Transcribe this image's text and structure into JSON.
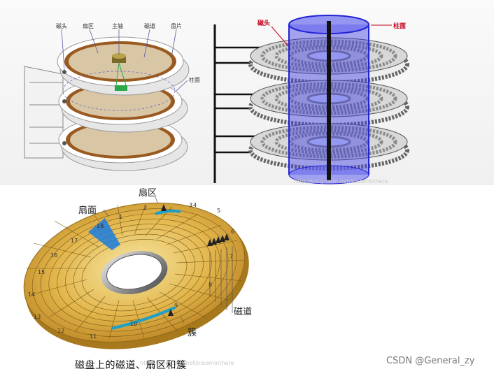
{
  "top_left": {
    "labels": [
      "磁头",
      "扇区",
      "主轴",
      "磁道",
      "盘片"
    ],
    "cylinder_label": "柱面"
  },
  "top_right": {
    "head_label": "磁头",
    "cylinder_label": "柱面",
    "watermark": "http://blog.csdn.net/xiaominthere"
  },
  "bottom": {
    "sector_label": "扇区",
    "surface_label": "扇面",
    "track_label": "磁道",
    "cluster_label": "簇",
    "caption": "磁盘上的磁道、扇区和簇",
    "watermark": "http://blog.csdn.net/xiaominthere",
    "sector_numbers": [
      "1",
      "2",
      "3",
      "4",
      "5",
      "6",
      "7",
      "8",
      "9",
      "10",
      "11",
      "12",
      "13",
      "14",
      "15",
      "16",
      "17",
      "18"
    ]
  },
  "footer": {
    "credit": "CSDN @General_zy"
  },
  "colors": {
    "gold": "#d9a63a",
    "brown": "#9a5a1f",
    "blue": "#2323d6",
    "grey": "#8a8a8a"
  }
}
